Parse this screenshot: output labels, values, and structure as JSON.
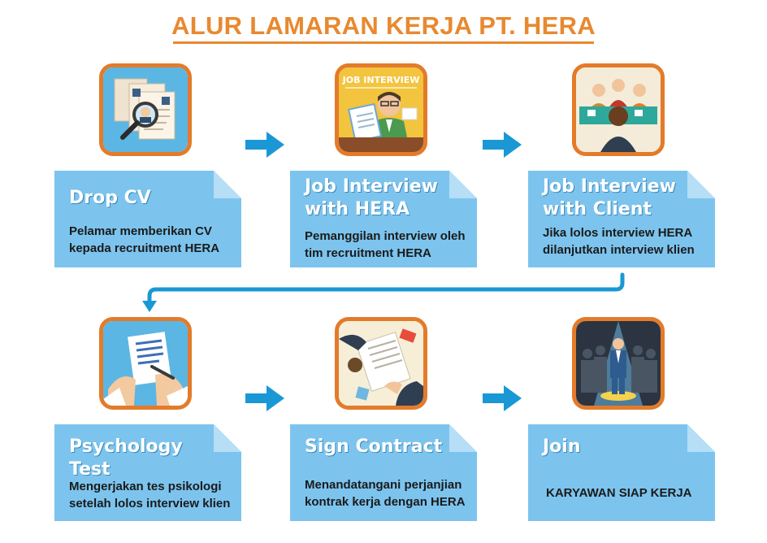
{
  "title": "ALUR LAMARAN KERJA PT. HERA",
  "colors": {
    "accent": "#e8892f",
    "card": "#7cc4ee",
    "arrow": "#1a98d5"
  },
  "steps": [
    {
      "title_line1": "Drop CV",
      "title_line2": "",
      "desc_line1": "Pelamar memberikan CV",
      "desc_line2": "kepada recruitment HERA",
      "icon": "cv-magnifier-icon"
    },
    {
      "title_line1": "Job Interview",
      "title_line2": "with HERA",
      "desc_line1": "Pemanggilan interview oleh",
      "desc_line2": "tim recruitment HERA",
      "icon": "job-interview-icon",
      "icon_label": "JOB INTERVIEW"
    },
    {
      "title_line1": "Job Interview",
      "title_line2": "with Client",
      "desc_line1": "Jika lolos interview HERA",
      "desc_line2": "dilanjutkan interview klien",
      "icon": "panel-interview-icon"
    },
    {
      "title_line1": "Psychology Test",
      "title_line2": "",
      "desc_line1": "Mengerjakan tes psikologi",
      "desc_line2": "setelah lolos interview klien",
      "icon": "writing-test-icon"
    },
    {
      "title_line1": "Sign Contract",
      "title_line2": "",
      "desc_line1": "Menandatangani perjanjian",
      "desc_line2": "kontrak kerja dengan HERA",
      "icon": "contract-signing-icon"
    },
    {
      "title_line1": "Join",
      "title_line2": "",
      "desc_line1": "KARYAWAN SIAP KERJA",
      "desc_line2": "",
      "icon": "spotlight-employee-icon"
    }
  ]
}
